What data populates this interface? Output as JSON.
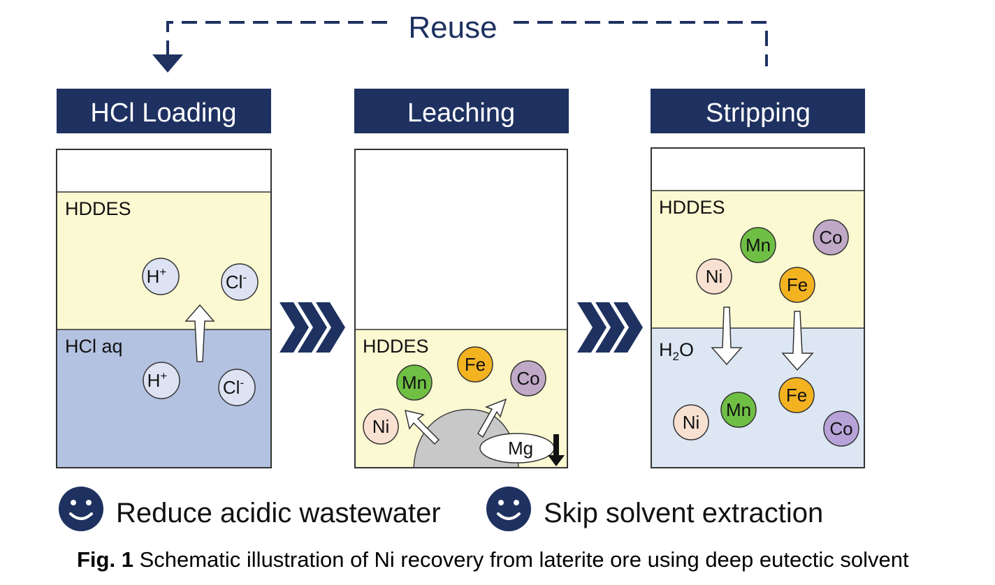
{
  "reuse_label": "Reuse",
  "steps": [
    {
      "title": "HCl Loading"
    },
    {
      "title": "Leaching"
    },
    {
      "title": "Stripping"
    }
  ],
  "step1": {
    "upper_phase": "HDDES",
    "lower_phase": "HCl aq",
    "ions": [
      "H",
      "+",
      "Cl",
      "-",
      "H",
      "+",
      "Cl",
      "-"
    ]
  },
  "step2": {
    "phase": "HDDES",
    "ions": [
      "Mn",
      "Fe",
      "Co",
      "Ni",
      "Mg"
    ]
  },
  "step3": {
    "upper_phase": "HDDES",
    "lower_phase_main": "H",
    "lower_phase_sub": "2",
    "lower_phase_tail": "O",
    "upper_ions": [
      "Mn",
      "Co",
      "Ni",
      "Fe"
    ],
    "lower_ions": [
      "Mn",
      "Fe",
      "Ni",
      "Co"
    ]
  },
  "benefits": [
    "Reduce acidic wastewater",
    "Skip solvent extraction"
  ],
  "caption": {
    "label": "Fig. 1",
    "text": " Schematic illustration of Ni recovery from laterite ore using deep eutectic solvent"
  },
  "colors": {
    "navy": "#1e3160",
    "hddes": "#fbf9d2",
    "hcl_aq": "#b3c2e0",
    "water": "#dde7f4",
    "proton_ion": "#dde3f2",
    "ni": "#f9e1d2",
    "mn": "#6fbf45",
    "fe": "#f3b321",
    "co": "#c0a9c7",
    "co_lower": "#b7a3d8",
    "ore": "#c8c8c8"
  }
}
